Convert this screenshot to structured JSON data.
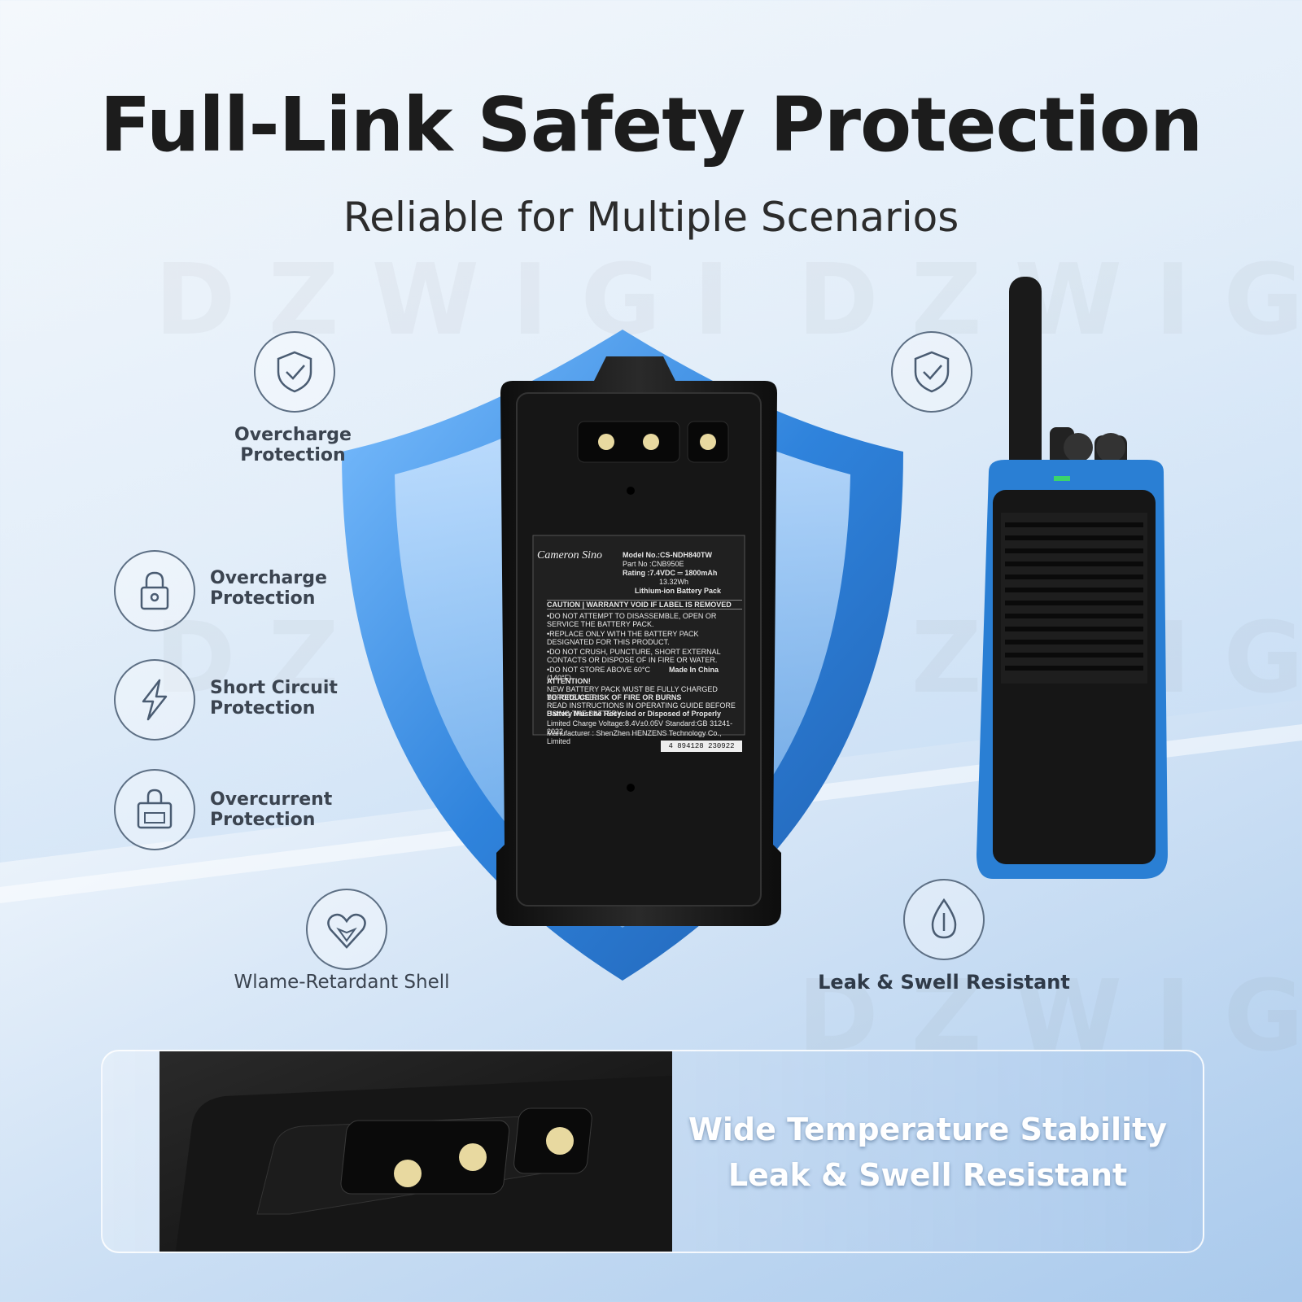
{
  "header": {
    "title": "Full-Link Safety Protection",
    "subtitle": "Reliable for Multiple Scenarios"
  },
  "watermark": {
    "text": "DZWIGI"
  },
  "features": {
    "top_left": {
      "line1": "Overcharge",
      "line2": "Protection",
      "icon": "shield-check-icon"
    },
    "left_1": {
      "line1": "Overcharge",
      "line2": "Protection",
      "icon": "lock-icon"
    },
    "left_2": {
      "line1": "Short Circuit",
      "line2": "Protection",
      "icon": "lightning-icon"
    },
    "left_3": {
      "line1": "Overcurrent",
      "line2": "Protection",
      "icon": "battery-lock-icon"
    },
    "bottom_left": {
      "label": "Wlame-Retardant Shell",
      "icon": "flame-shield-icon"
    },
    "top_right": {
      "icon": "shield-check-icon"
    },
    "bottom_right": {
      "label": "Leak & Swell Resistant",
      "icon": "drop-icon"
    }
  },
  "battery_label": {
    "brand": "Cameron Sino",
    "model_no": "Model No.:CS-NDH840TW",
    "part_no": "Part No   :CNB950E",
    "rating": "Rating    :7.4VDC ═ 1800mAh",
    "wh": "13.32Wh",
    "type": "Lithium-ion Battery Pack",
    "caution": "CAUTION | WARRANTY VOID IF LABEL IS REMOVED",
    "warn1": "•DO NOT ATTEMPT TO DISASSEMBLE, OPEN OR SERVICE THE BATTERY PACK.",
    "warn2": "•REPLACE ONLY WITH THE BATTERY PACK DESIGNATED FOR THIS PRODUCT.",
    "warn3": "•DO NOT CRUSH, PUNCTURE, SHORT EXTERNAL CONTACTS OR DISPOSE OF IN FIRE OR WATER.",
    "warn4": "•DO NOT STORE ABOVE 60°C (140°F)",
    "made": "Made In China",
    "attention": "ATTENTION!",
    "att1": "NEW BATTERY PACK MUST BE FULLY CHARGED BEFORE USE.",
    "att2": "TO REDUCE RISK OF FIRE OR BURNS",
    "att3": "READ INSTRUCTIONS IN OPERATING GUIDE BEFORE USING THE BATTERY.",
    "recycle": "Battery Must be Recycled or Disposed of Properly",
    "charge": "Limited Charge Voltage:8.4V±0.05V   Standard:GB 31241-2022",
    "manufacturer": "Manufacturer : ShenZhen HENZENS Technology Co., Limited",
    "barcode": "4 894128 230922"
  },
  "panel": {
    "line1": "Wide Temperature Stability",
    "line2": "Leak & Swell Resistant"
  },
  "colors": {
    "shield": "#3b8de0",
    "radio_blue": "#2a7fd4",
    "battery": "#1a1a1a",
    "text_dark": "#1c1c1c"
  }
}
